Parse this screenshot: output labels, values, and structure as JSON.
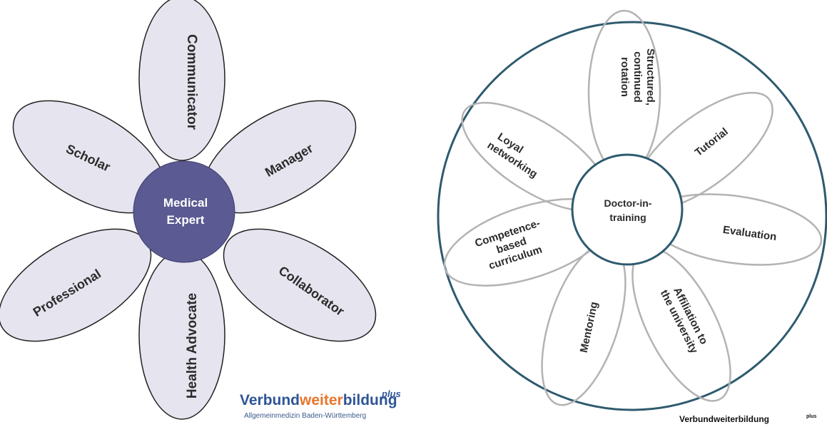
{
  "left_diagram": {
    "center": "Medical Expert",
    "center_lines": [
      "Medical",
      "Expert"
    ],
    "petals": [
      "Communicator",
      "Manager",
      "Collaborator",
      "Health Advocate",
      "Professional",
      "Scholar"
    ],
    "colors": {
      "petal_fill": "#e6e4ef",
      "petal_stroke": "#222222",
      "center_fill": "#5b5a92",
      "center_text": "#ffffff"
    },
    "logo": {
      "part1": "Verbund",
      "part2": "weiter",
      "part3": "bildung",
      "plus": "plus",
      "subtitle": "Allgemeinmedizin Baden-Württemberg",
      "colors": {
        "blue": "#2f5597",
        "orange": "#e8752d"
      }
    }
  },
  "right_diagram": {
    "center_lines": [
      "Doctor-in-",
      "training"
    ],
    "petals": [
      {
        "lines": [
          "Structured,",
          "continued",
          "rotation"
        ]
      },
      {
        "lines": [
          "Tutorial"
        ]
      },
      {
        "lines": [
          "Evaluation"
        ]
      },
      {
        "lines": [
          "Affiliation to",
          "the university"
        ]
      },
      {
        "lines": [
          "Mentoring"
        ]
      },
      {
        "lines": [
          "Competence-",
          "based",
          "curriculum"
        ]
      },
      {
        "lines": [
          "Loyal",
          "networking"
        ]
      }
    ],
    "colors": {
      "outer_circle": "#2e5a6e",
      "petal_stroke": "#b3b3b3",
      "inner_circle": "#2e5a6e"
    },
    "logo": {
      "text": "Verbundweiterbildung",
      "plus": "plus"
    }
  }
}
